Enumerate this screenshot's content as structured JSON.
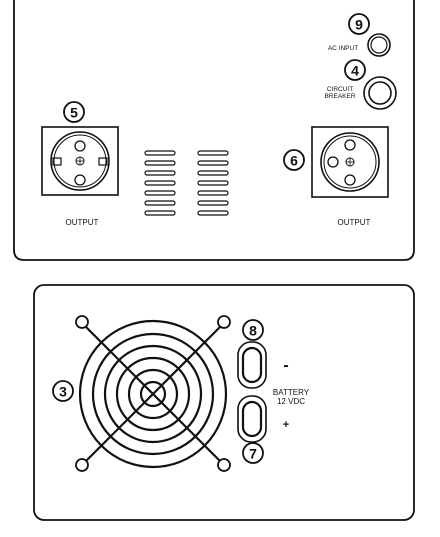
{
  "front_panel": {
    "callouts": {
      "ac_input": "9",
      "circuit_breaker": "4",
      "output_left": "5",
      "output_right": "6"
    },
    "labels": {
      "ac_input": "AC INPUT",
      "circuit_breaker_line1": "CIRCUIT",
      "circuit_breaker_line2": "BREAKER",
      "output_left": "OUTPUT",
      "output_right": "OUTPUT"
    }
  },
  "rear_panel": {
    "callouts": {
      "fan": "3",
      "negative_terminal": "8",
      "positive_terminal": "7"
    },
    "labels": {
      "battery_line1": "BATTERY",
      "battery_line2": "12 VDC",
      "minus": "-",
      "plus": "+"
    }
  }
}
